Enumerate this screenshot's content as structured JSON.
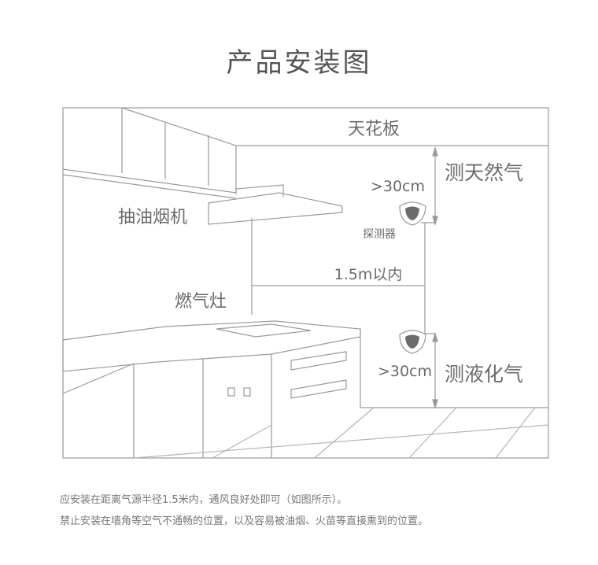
{
  "title": "产品安装图",
  "diagram": {
    "ceiling": "天花板",
    "range_hood": "抽油烟机",
    "gas_stove": "燃气灶",
    "detector": "探测器",
    "distance_range": "1.5m以内",
    "top_gap": ">30cm",
    "bottom_gap": ">30cm",
    "natural_gas": "测天然气",
    "lpg": "测液化气"
  },
  "notes": [
    "应安装在距离气源半径1.5米内，通风良好处即可（如图所示）。",
    "禁止安装在墙角等空气不通畅的位置，以及容易被油烟、火苗等直接熏到的位置。"
  ]
}
